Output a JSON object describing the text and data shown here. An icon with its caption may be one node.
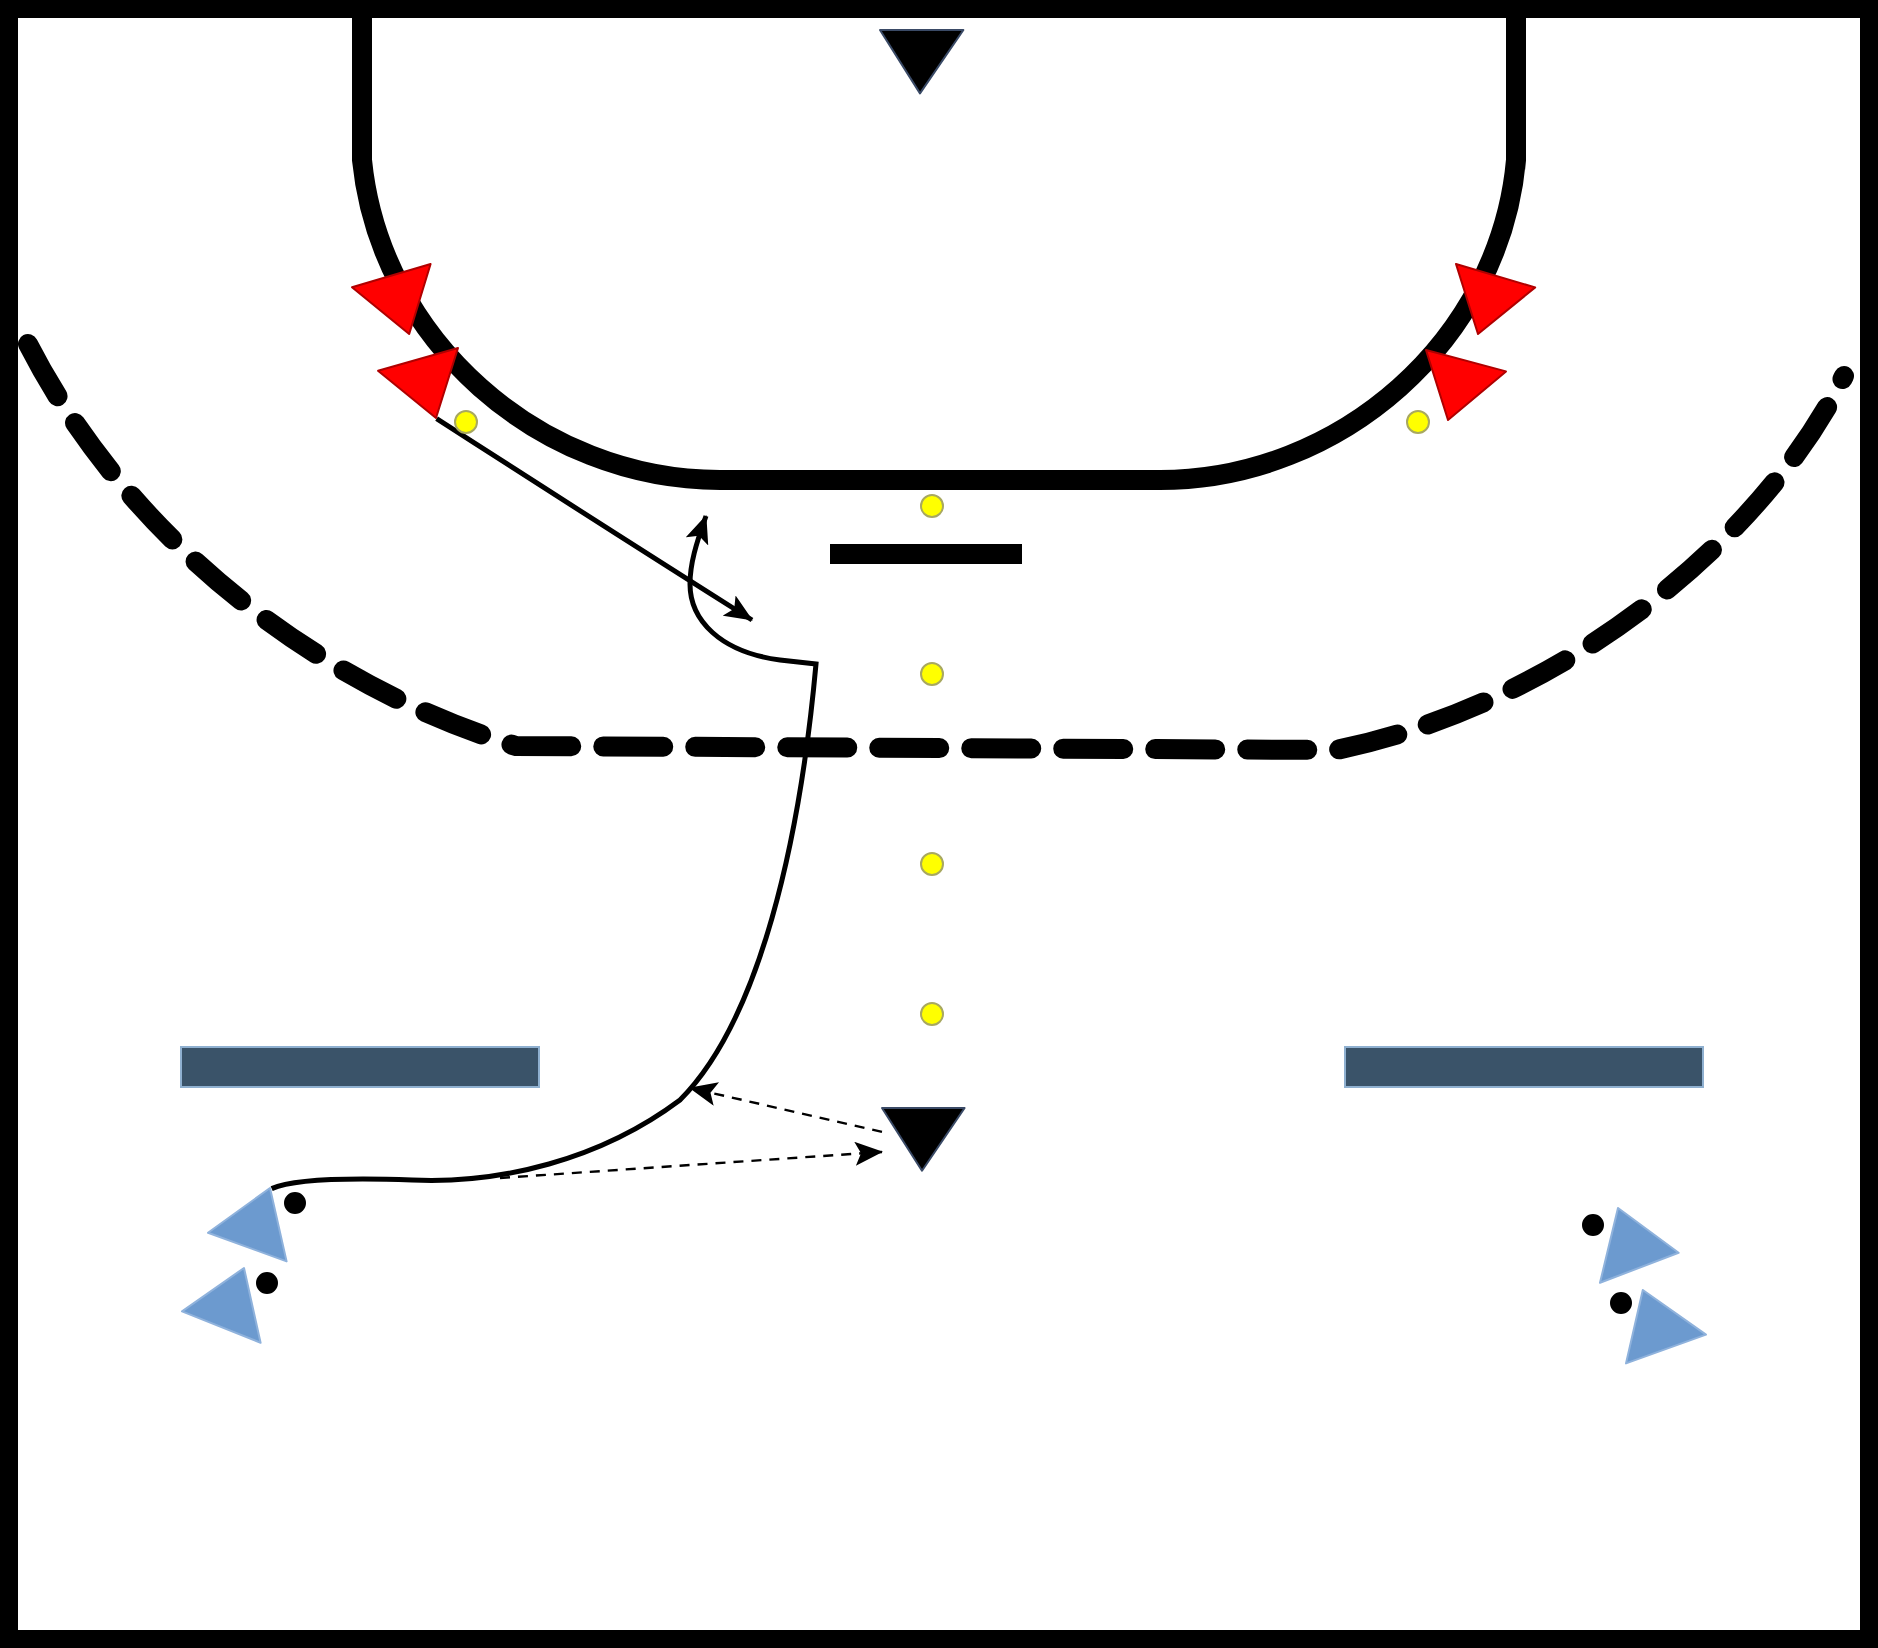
{
  "diagram": {
    "nodes": [
      {
        "text": [],
        "shape": "triangle"
      },
      {
        "text": [],
        "shape": "triangle"
      },
      {
        "text": [],
        "shape": "triangle"
      },
      {
        "text": [],
        "shape": "triangle"
      },
      {
        "text": [],
        "shape": "triangle"
      },
      {
        "text": [],
        "shape": "circle"
      },
      {
        "text": [],
        "shape": "circle"
      },
      {
        "text": [],
        "shape": "circle"
      },
      {
        "text": [],
        "shape": "circle"
      },
      {
        "text": [],
        "shape": "circle"
      },
      {
        "text": [],
        "shape": "circle"
      },
      {
        "text": [],
        "shape": "bar"
      },
      {
        "text": [],
        "shape": "bar"
      },
      {
        "text": [],
        "shape": "triangle"
      },
      {
        "text": [],
        "shape": "triangle"
      },
      {
        "text": [],
        "shape": "triangle"
      },
      {
        "text": [],
        "shape": "circle"
      },
      {
        "text": [],
        "shape": "circle"
      },
      {
        "text": [],
        "shape": "triangle"
      },
      {
        "text": [],
        "shape": "triangle"
      },
      {
        "text": [],
        "shape": "circle"
      },
      {
        "text": [],
        "shape": "circle"
      }
    ],
    "edges": [
      {
        "from": 14,
        "to": null,
        "arrow": "to"
      },
      {
        "from": 2,
        "to": null,
        "arrow": "to"
      },
      {
        "from": null,
        "to": 13,
        "arrow": "to",
        "style": "dashed"
      },
      {
        "from": 13,
        "to": null,
        "arrow": "to",
        "style": "dashed"
      }
    ]
  }
}
